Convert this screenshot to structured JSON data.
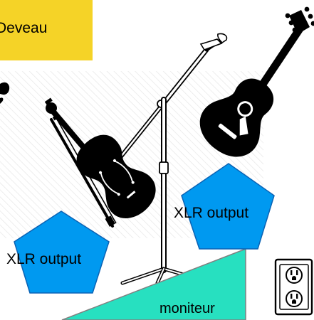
{
  "header": {
    "name_label": "Deveau",
    "background_color": "#f5d327"
  },
  "shapes": {
    "pentagon_fill": "#0099f0",
    "monitor_fill": "#27e0c0"
  },
  "labels": {
    "input_right": "XLR output",
    "input_left": "XLR output",
    "monitor": "moniteur"
  },
  "icons": {
    "violin": "violin-icon",
    "guitar": "acoustic-guitar-icon",
    "mic_stand": "microphone-stand-icon",
    "outlet": "power-outlet-icon",
    "partial": "instrument-scroll-icon"
  }
}
